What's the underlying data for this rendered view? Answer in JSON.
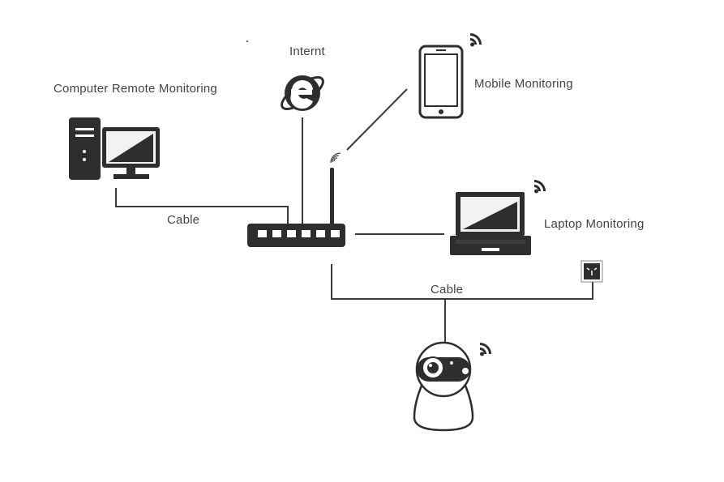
{
  "labels": {
    "internet": "Internt",
    "computer": "Computer Remote Monitoring",
    "mobile": "Mobile Monitoring",
    "laptop": "Laptop Monitoring",
    "cable_computer": "Cable",
    "cable_camera": "Cable"
  },
  "icons": {
    "internet": "internet-explorer-icon",
    "computer": "desktop-computer-icon",
    "mobile": "smartphone-icon",
    "laptop": "laptop-icon",
    "router": "router-icon",
    "camera": "security-camera-icon",
    "power": "power-outlet-icon",
    "wifi": "wifi-signal-icon"
  },
  "colors": {
    "device": "#2e2e2e",
    "line": "#3a3a3a",
    "screen_light": "#f2f2f2"
  }
}
